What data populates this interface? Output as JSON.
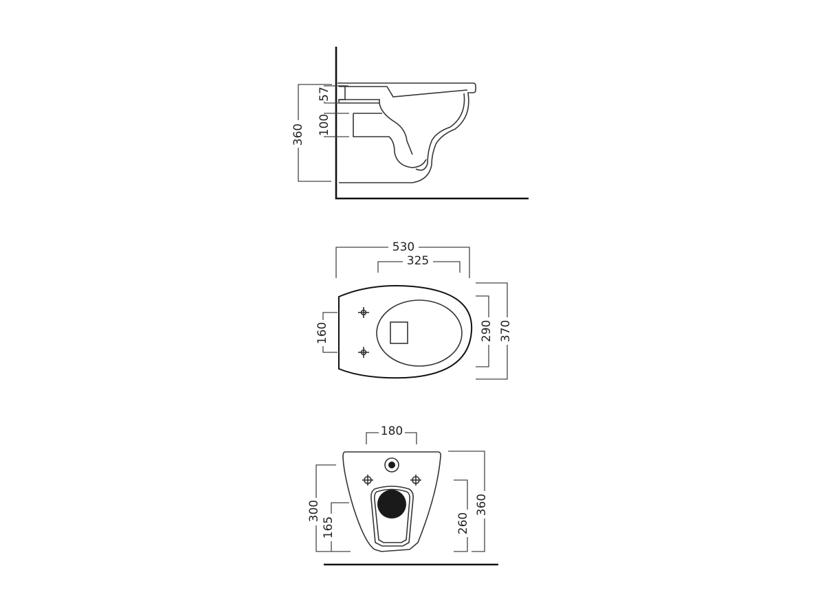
{
  "drawing": {
    "side_view": {
      "dimensions": {
        "total_height": "360",
        "upper_gap": "57",
        "outlet_height": "100"
      }
    },
    "top_view": {
      "dimensions": {
        "total_length": "530",
        "bowl_length": "325",
        "fixing_spacing": "160",
        "bowl_width": "290",
        "total_width": "370"
      }
    },
    "rear_view": {
      "dimensions": {
        "fixing_spacing": "180",
        "left_height": "300",
        "outlet_center": "165",
        "inner_height": "260",
        "total_height": "360"
      }
    }
  }
}
